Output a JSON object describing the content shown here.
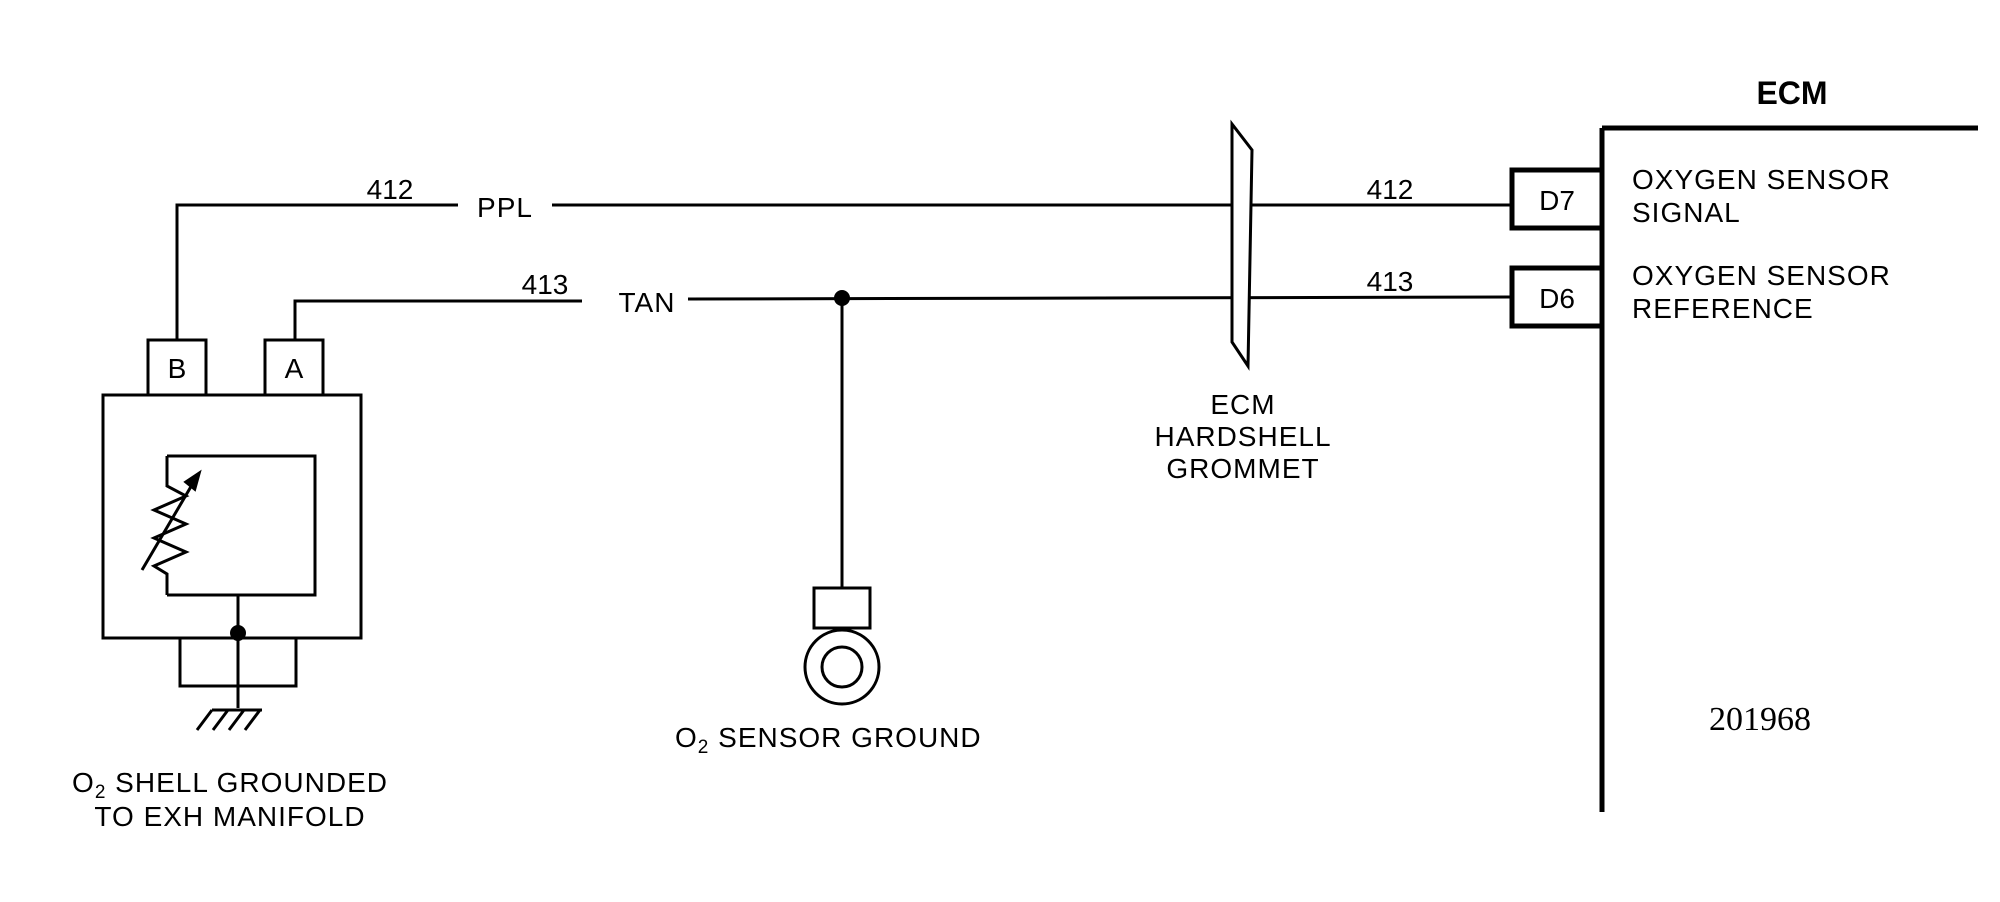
{
  "ecm": {
    "title": "ECM",
    "pin_d7": "D7",
    "pin_d6": "D6",
    "signal_line1": "OXYGEN SENSOR",
    "signal_line2": "SIGNAL",
    "reference_line1": "OXYGEN SENSOR",
    "reference_line2": "REFERENCE",
    "figure_number": "201968"
  },
  "wires": {
    "upper_circuit_left": "412",
    "upper_color": "PPL",
    "upper_circuit_right": "412",
    "lower_circuit_left": "413",
    "lower_color": "TAN",
    "lower_circuit_right": "413"
  },
  "grommet": {
    "line1": "ECM",
    "line2": "HARDSHELL",
    "line3": "GROMMET"
  },
  "sensor": {
    "terminal_b": "B",
    "terminal_a": "A",
    "label_line1_prefix": "O",
    "label_line1_sub": "2",
    "label_line1_rest": " SHELL GROUNDED",
    "label_line2": "TO EXH MANIFOLD"
  },
  "ground": {
    "label_prefix": "O",
    "label_sub": "2",
    "label_rest": " SENSOR GROUND"
  },
  "colors": {
    "ink": "#000000",
    "background": "#ffffff"
  }
}
